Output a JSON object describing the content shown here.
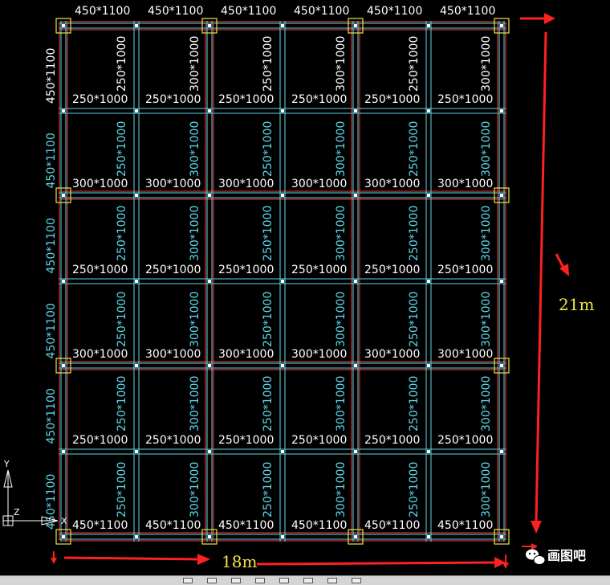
{
  "plan": {
    "top_beams": [
      "450*1100",
      "450*1100",
      "450*1100",
      "450*1100",
      "450*1100",
      "450*1100"
    ],
    "left_beams": [
      "450*1100",
      "450*1100",
      "450*1100",
      "450*1100",
      "450*1100",
      "450*1100"
    ],
    "row_beams": [
      "250*1000",
      "300*1000",
      "250*1000",
      "300*1000",
      "250*1000",
      "450*1100"
    ],
    "vertical_inner_beam": "250*1000",
    "vertical_inner_beam_alt": "300*1000",
    "axis_x": "X",
    "axis_y": "Y",
    "axis_z": "Z",
    "colors": {
      "grid": "#5cd8e8",
      "beam_edge": "#ff3a3a",
      "column": "#e8e840",
      "arrow": "#ff2020",
      "annotation": "#f2e24a"
    }
  },
  "annotations": {
    "height": "21m",
    "width": "18m"
  },
  "watermark": {
    "text": "画图吧",
    "icon": "wechat-icon"
  },
  "statusbar": {
    "icons": [
      "snap-icon",
      "grid-icon",
      "ortho-icon",
      "polar-icon",
      "osnap-icon",
      "otrack-icon",
      "lineweight-icon",
      "model-icon"
    ]
  }
}
